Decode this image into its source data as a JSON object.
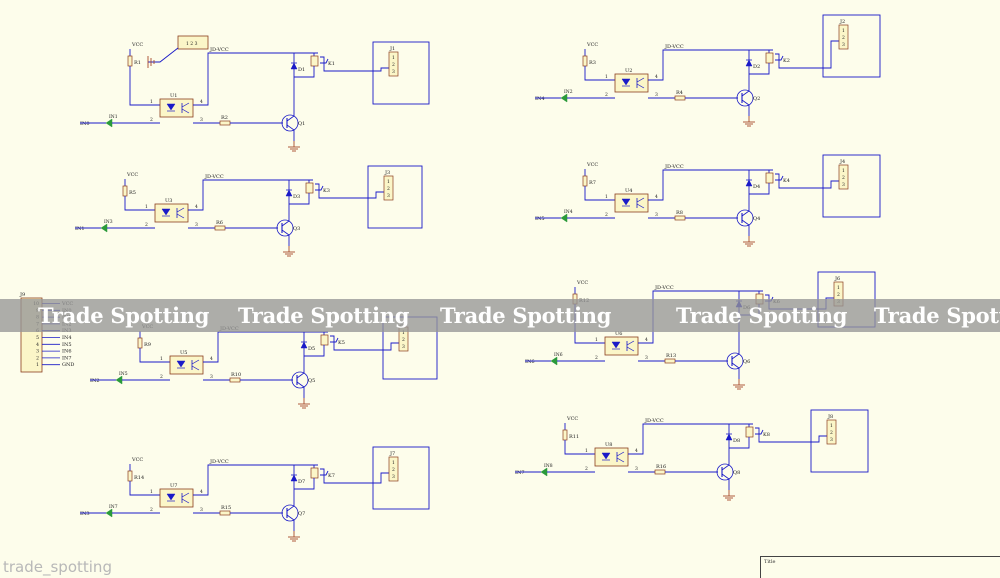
{
  "connector": {
    "name": "J9",
    "pins": [
      "10",
      "9",
      "8",
      "7",
      "6",
      "5",
      "4",
      "3",
      "2",
      "1"
    ],
    "signals": [
      "VCC",
      "IN0",
      "IN1",
      "IN2",
      "IN3",
      "IN4",
      "IN5",
      "IN6",
      "IN7",
      "GND"
    ]
  },
  "ground_source": {
    "terminal_label": "1 2 3"
  },
  "channels": [
    {
      "input": "IN0",
      "port": "IN1",
      "resistor_vcc": "R1",
      "opto": "U1",
      "resistor_base": "R2",
      "transistor": "Q1",
      "diode": "D1",
      "relay": "K1",
      "terminal": "J1"
    },
    {
      "input": "IN4",
      "port": "IN2",
      "resistor_vcc": "R3",
      "opto": "U2",
      "resistor_base": "R4",
      "transistor": "Q2",
      "diode": "D2",
      "relay": "K2",
      "terminal": "J2"
    },
    {
      "input": "IN1",
      "port": "IN3",
      "resistor_vcc": "R5",
      "opto": "U3",
      "resistor_base": "R6",
      "transistor": "Q3",
      "diode": "D3",
      "relay": "K3",
      "terminal": "J3"
    },
    {
      "input": "IN5",
      "port": "IN4",
      "resistor_vcc": "R7",
      "opto": "U4",
      "resistor_base": "R8",
      "transistor": "Q4",
      "diode": "D4",
      "relay": "K4",
      "terminal": "J4"
    },
    {
      "input": "IN2",
      "port": "IN5",
      "resistor_vcc": "R9",
      "opto": "U5",
      "resistor_base": "R10",
      "transistor": "Q5",
      "diode": "D5",
      "relay": "K5",
      "terminal": "J5"
    },
    {
      "input": "IN6",
      "port": "IN6",
      "resistor_vcc": "R12",
      "opto": "U6",
      "resistor_base": "R13",
      "transistor": "Q6",
      "diode": "D6",
      "relay": "K6",
      "terminal": "J6"
    },
    {
      "input": "IN3",
      "port": "IN7",
      "resistor_vcc": "R14",
      "opto": "U7",
      "resistor_base": "R15",
      "transistor": "Q7",
      "diode": "D7",
      "relay": "K7",
      "terminal": "J7"
    },
    {
      "input": "IN7",
      "port": "IN8",
      "resistor_vcc": "R11",
      "opto": "U8",
      "resistor_base": "R16",
      "transistor": "Q8",
      "diode": "D8",
      "relay": "K8",
      "terminal": "J8"
    }
  ],
  "common": {
    "vcc": "VCC",
    "jd_vcc": "JD-VCC",
    "opto_pin_anode": "1",
    "opto_pin_cathode": "2",
    "opto_pin_emitter": "3",
    "opto_pin_collector": "4",
    "terminal_pins": [
      "1",
      "2",
      "3"
    ]
  },
  "watermark": {
    "banner_text": "Trade Spotting",
    "corner_text": "trade_spotting"
  },
  "title_block": {
    "label": "Title"
  },
  "colors": {
    "background": "#fdfdeb",
    "wire": "#1a1ac8",
    "outline": "#8a3c1e",
    "body_fill": "#fbf6c8",
    "port": "#2a9a3a",
    "ground": "#a84a2a",
    "text": "#222222"
  }
}
